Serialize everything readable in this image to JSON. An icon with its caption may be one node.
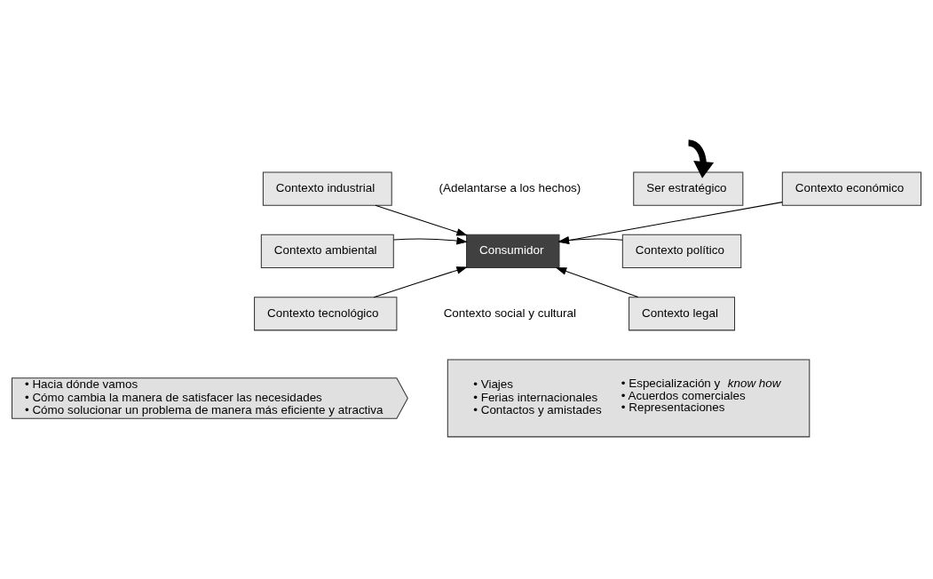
{
  "diagram": {
    "nodes": [
      {
        "text": [
          "Contexto industrial"
        ]
      },
      {
        "text": [
          "Ser estratégico"
        ]
      },
      {
        "text": [
          "Contexto económico"
        ]
      },
      {
        "text": [
          "Contexto ambiental"
        ]
      },
      {
        "text": [
          "Consumidor"
        ]
      },
      {
        "text": [
          "Contexto político"
        ]
      },
      {
        "text": [
          "Contexto tecnológico"
        ]
      },
      {
        "text": [
          "Contexto legal"
        ]
      },
      {
        "text": [
          "• Hacia dónde vamos",
          "• Cómo cambia la manera de satisfacer las necesidades",
          "• Cómo solucionar un problema de manera más eficiente y atractiva"
        ]
      },
      {
        "text": [
          "• Viajes",
          "• Ferias internacionales",
          "• Contactos y amistades",
          "• Especialización y *know how*",
          "• Acuerdos comerciales",
          "• Representaciones"
        ]
      }
    ],
    "edges": [
      {
        "from": null,
        "to": 1,
        "arrow": "to",
        "style": "thick"
      },
      {
        "from": 0,
        "to": 4,
        "arrow": "to"
      },
      {
        "from": 2,
        "to": 4,
        "arrow": "to"
      },
      {
        "from": 3,
        "to": 4,
        "arrow": "to"
      },
      {
        "from": 5,
        "to": 4,
        "arrow": "to"
      },
      {
        "from": 6,
        "to": 4,
        "arrow": "to"
      },
      {
        "from": 7,
        "to": 4,
        "arrow": "to"
      }
    ],
    "labels": [
      "(Adelantarse a los hechos)",
      "Contexto social y cultural"
    ]
  }
}
